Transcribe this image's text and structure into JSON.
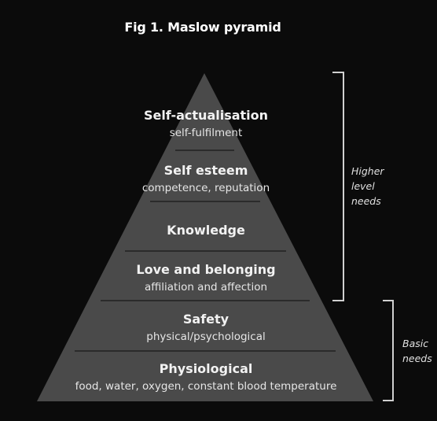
{
  "figure": {
    "title": "Fig 1. Maslow pyramid"
  },
  "levels": [
    {
      "name": "Self-actualisation",
      "description": "self-fulfilment"
    },
    {
      "name": "Self esteem",
      "description": "competence, reputation"
    },
    {
      "name": "Knowledge",
      "description": ""
    },
    {
      "name": "Love and belonging",
      "description": "affiliation and affection"
    },
    {
      "name": "Safety",
      "description": "physical/psychological"
    },
    {
      "name": "Physiological",
      "description": "food, water, oxygen, constant blood temperature"
    }
  ],
  "groups": [
    {
      "label_lines": [
        "Higher",
        "level",
        "needs"
      ]
    },
    {
      "label_lines": [
        "Basic",
        "needs"
      ]
    }
  ],
  "colors": {
    "background": "#0b0b0b",
    "pyramid_fill": "#4a4a4a",
    "divider": "#2a2a2a",
    "text": "#f2f2f2",
    "bracket": "#d0d0d0"
  }
}
